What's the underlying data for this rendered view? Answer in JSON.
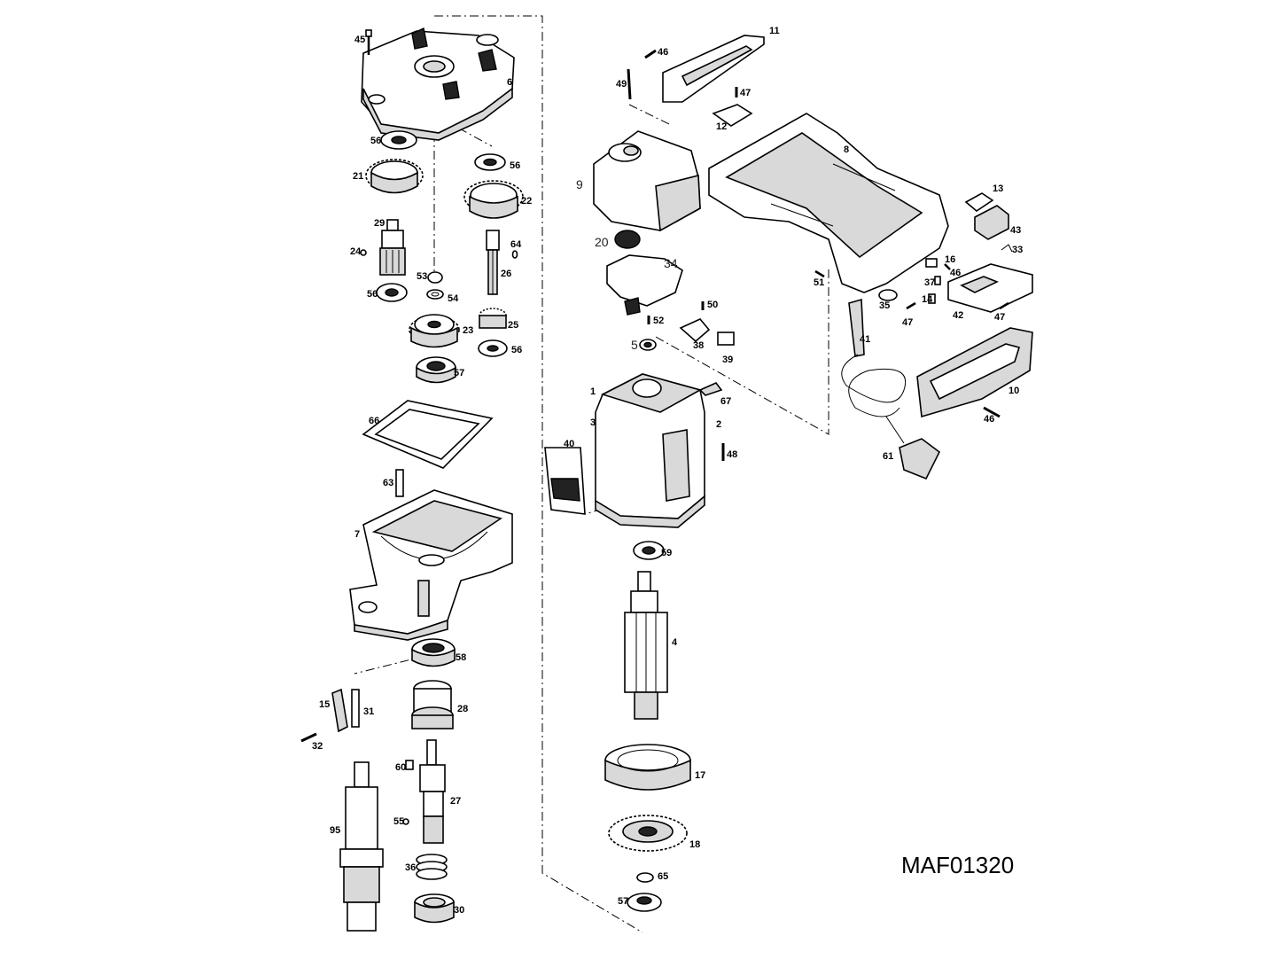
{
  "drawing_code": "MAF01320",
  "labels": {
    "l45": "45",
    "l6": "6",
    "l56a": "56",
    "l56b": "56",
    "l21": "21",
    "l22": "22",
    "l29": "29",
    "l24": "24",
    "l64": "64",
    "l26": "26",
    "l53": "53",
    "l54": "54",
    "l56c": "56",
    "l23": "23",
    "l25": "25",
    "l56d": "56",
    "l57a": "57",
    "l66": "66",
    "l63": "63",
    "l7": "7",
    "l58": "58",
    "l28": "28",
    "l15": "15",
    "l31": "31",
    "l32": "32",
    "l60": "60",
    "l27": "27",
    "l55": "55",
    "l95": "95",
    "l36": "36",
    "l30": "30",
    "l46a": "46",
    "l11": "11",
    "l49": "49",
    "l47a": "47",
    "l12": "12",
    "l8": "8",
    "l9": "9",
    "l13": "13",
    "l43": "43",
    "l33": "33",
    "l20": "20",
    "l34": "34",
    "l16": "16",
    "l51": "51",
    "l46b": "46",
    "l37": "37",
    "l14": "14",
    "l35": "35",
    "l42": "42",
    "l47b": "47",
    "l47c": "47",
    "l50": "50",
    "l52": "52",
    "l41": "41",
    "l5": "5",
    "l38": "38",
    "l39": "39",
    "l10": "10",
    "l1": "1",
    "l67": "67",
    "l3": "3",
    "l2": "2",
    "l48": "48",
    "l46c": "46",
    "l40": "40",
    "l61": "61",
    "l59": "59",
    "l4": "4",
    "l17": "17",
    "l18": "18",
    "l65": "65",
    "l57b": "57"
  }
}
